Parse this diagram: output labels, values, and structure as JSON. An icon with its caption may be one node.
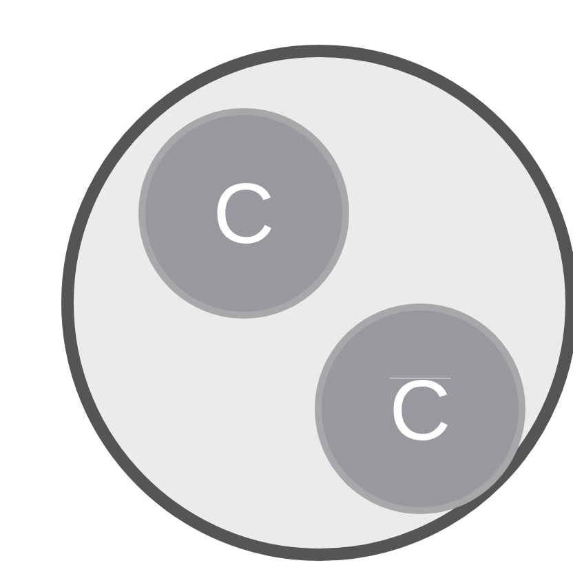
{
  "diagram": {
    "nodes": [
      {
        "text": [],
        "shape": "circle"
      },
      {
        "text": [
          "C"
        ],
        "in": 0
      },
      {
        "text": [
          "\\overline{\\mathrm{C}}"
        ],
        "in": 0
      }
    ]
  }
}
